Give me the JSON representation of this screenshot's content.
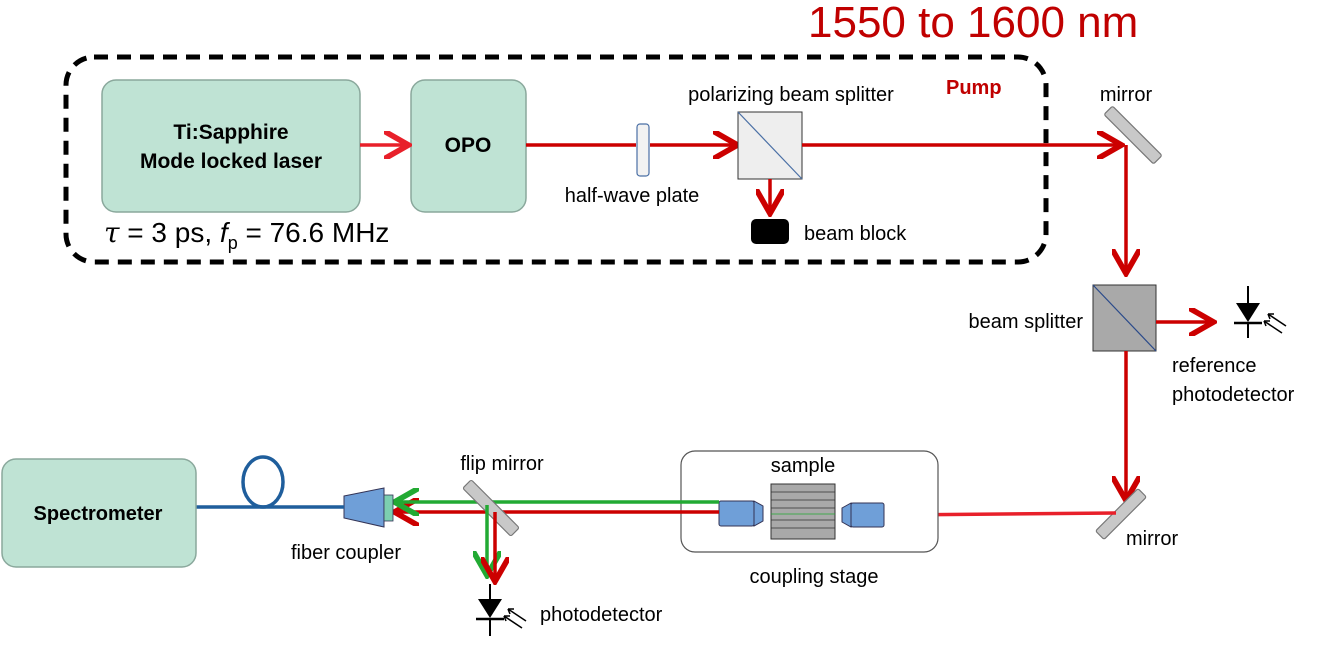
{
  "title": "1550 to 1600 nm",
  "pump_label": "Pump",
  "boxes": {
    "laser_line1": "Ti:Sapphire",
    "laser_line2": "Mode locked laser",
    "opo": "OPO",
    "spectrometer": "Spectrometer"
  },
  "params": {
    "tau_symbol": "τ",
    "tau_text": " = 3 ps,  ",
    "f_symbol": "f",
    "f_sub": "p",
    "f_text": " = 76.6 MHz"
  },
  "labels": {
    "half_wave_plate": "half-wave plate",
    "polarizing_beam_splitter": "polarizing beam splitter",
    "beam_block": "beam block",
    "mirror_top": "mirror",
    "beam_splitter": "beam splitter",
    "reference_line1": "reference",
    "reference_line2": "photodetector",
    "mirror_bottom": "mirror",
    "sample": "sample",
    "coupling_stage": "coupling stage",
    "flip_mirror": "flip mirror",
    "fiber_coupler": "fiber coupler",
    "photodetector": "photodetector"
  },
  "colors": {
    "red_beam": "#cc0000",
    "red_beam_light": "#e8202a",
    "green_beam": "#22aa33",
    "box_fill": "#bfe3d4",
    "box_stroke": "#8aa89c",
    "fiber": "#1f5e9c",
    "optics_blue": "#6f9fd8"
  }
}
